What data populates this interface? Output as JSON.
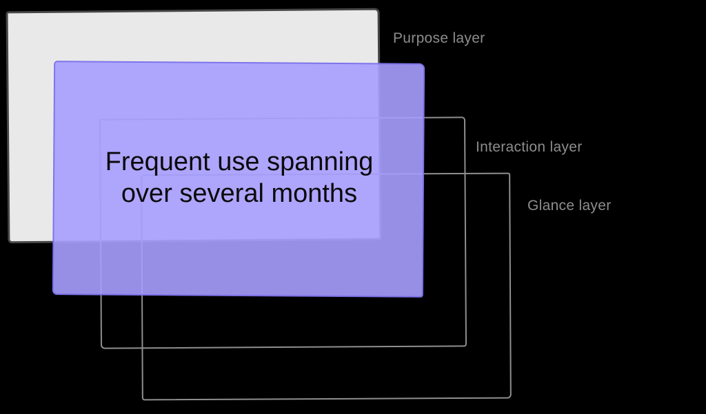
{
  "diagram": {
    "highlight": {
      "text": "Frequent use spanning over several months",
      "fill_color": "#978ef3",
      "text_color": "#0a0a0a"
    },
    "layers": {
      "purpose": {
        "label": "Purpose layer",
        "fill_color": "#e9e9e9",
        "border_color": "#474747"
      },
      "interaction": {
        "label": "Interaction layer",
        "outline_color": "#8f8f8f"
      },
      "glance": {
        "label": "Glance layer",
        "outline_color": "#8f8f8f"
      }
    },
    "colors": {
      "background": "#000000",
      "label_text": "#8d8d8d"
    }
  }
}
